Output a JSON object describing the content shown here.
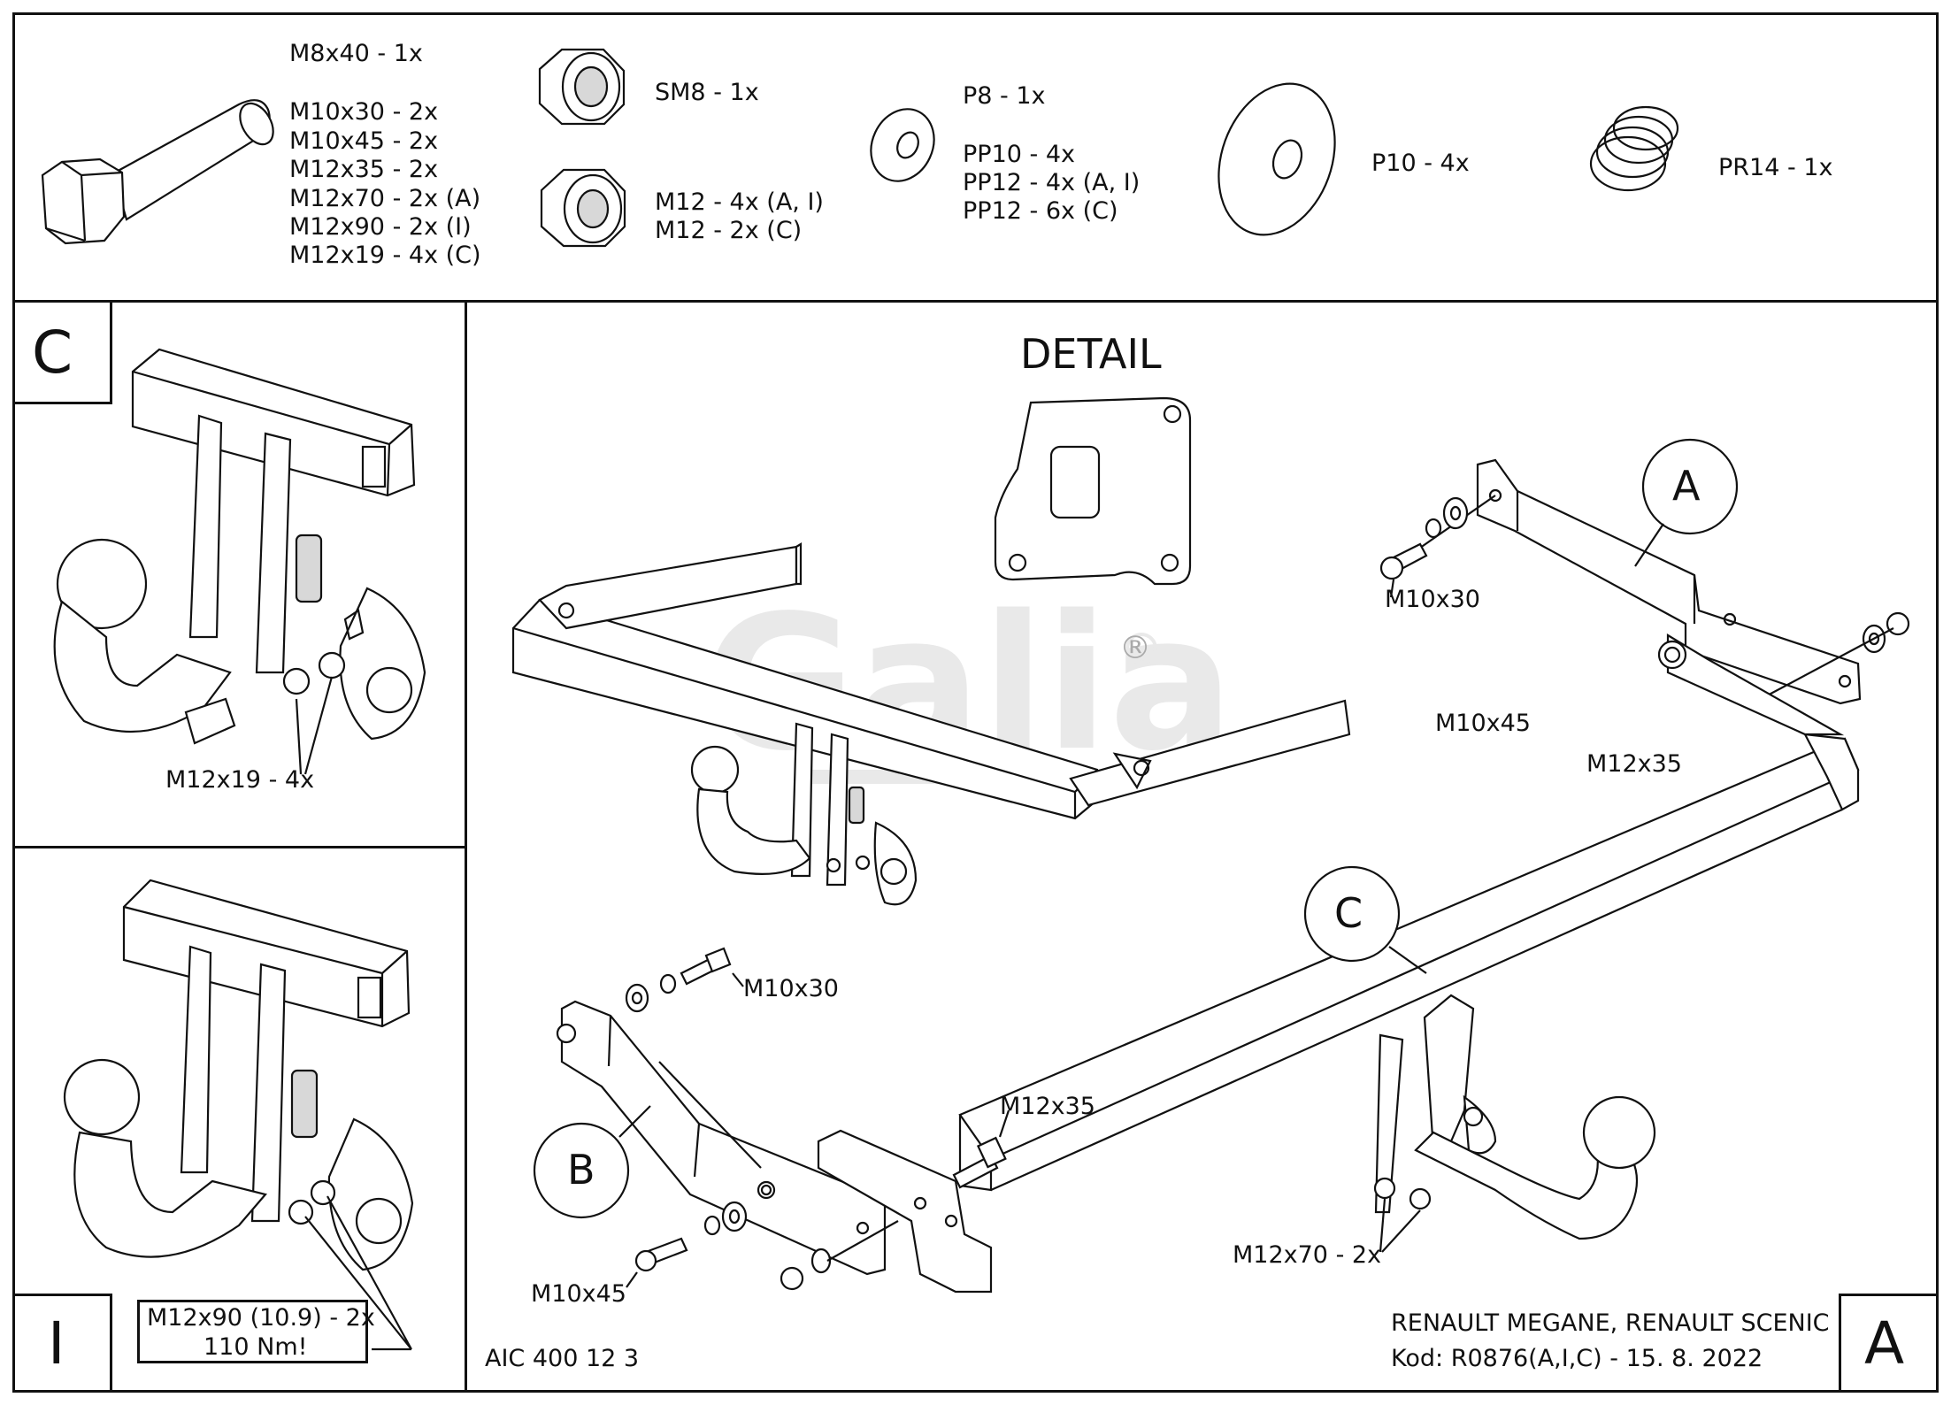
{
  "parts": {
    "bolts": [
      "M8x40 - 1x",
      "M10x30 - 2x",
      "M10x45 - 2x",
      "M12x35 - 2x",
      "M12x70 - 2x (A)",
      "M12x90 - 2x (I)",
      "M12x19 - 4x (C)"
    ],
    "sm8": "SM8 - 1x",
    "m12_nuts": [
      "M12 - 4x (A, I)",
      "M12 - 2x (C)"
    ],
    "small_washers": [
      "P8 - 1x",
      "PP10 - 4x",
      "PP12 - 4x (A, I)",
      "PP12 - 6x (C)"
    ],
    "p10": "P10 - 4x",
    "pr14": "PR14 - 1x"
  },
  "panel_c": {
    "letter": "C",
    "label": "M12x19 - 4x"
  },
  "panel_i": {
    "letter": "I",
    "torque_line1": "M12x90 (10.9) - 2x",
    "torque_line2": "110 Nm!"
  },
  "main": {
    "detail_title": "DETAIL",
    "brand": "Galia",
    "registered": "®",
    "callout_a": "A",
    "callout_b": "B",
    "callout_c": "C",
    "labels": {
      "m10x30_top": "M10x30",
      "m10x45_right": "M10x45",
      "m12x35_right": "M12x35",
      "m10x30_left": "M10x30",
      "m12x35_mid": "M12x35",
      "m10x45_left": "M10x45",
      "m12x70": "M12x70 - 2x"
    },
    "code": "AIC 400 12 3",
    "vehicle": "RENAULT MEGANE, RENAULT SCENIC",
    "kod": "Kod: R0876(A,I,C) - 15. 8. 2022",
    "corner_letter": "A"
  }
}
